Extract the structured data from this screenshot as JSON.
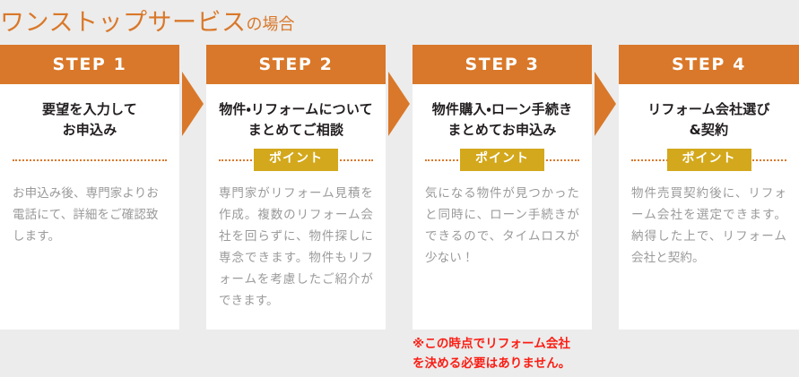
{
  "heading": {
    "main": "ワンストップサービス",
    "suffix": "の場合"
  },
  "colors": {
    "accent_orange": "#d9782a",
    "badge_gold": "#d3a81c",
    "page_background": "#ececec",
    "card_background": "#ffffff",
    "title_text": "#231f20",
    "body_text": "#9a9a9a",
    "footnote_red": "#fa1e14"
  },
  "steps": [
    {
      "header": "STEP 1",
      "title": "要望を入力して\nお申込み",
      "title_line1": "要望を入力して",
      "title_line2": "お申込み",
      "has_point_badge": false,
      "point_label": "",
      "text": "お申込み後、専門家よりお電話にて、詳細をご確認致します。"
    },
    {
      "header": "STEP 2",
      "title": "物件・リフォームについて\nまとめてご相談",
      "title_line1": "物件・リフォームについて",
      "title_line2": "まとめてご相談",
      "has_point_badge": true,
      "point_label": "ポイント",
      "text": "専門家がリフォーム見積を作成。複数のリフォーム会社を回らずに、物件探しに専念できます。物件もリフォームを考慮したご紹介ができます。"
    },
    {
      "header": "STEP 3",
      "title": "物件購入・ローン手続き\nまとめてお申込み",
      "title_line1": "物件購入・ローン手続き",
      "title_line2": "まとめてお申込み",
      "has_point_badge": true,
      "point_label": "ポイント",
      "text": "気になる物件が見つかったと同時に、ローン手続きができるので、タイムロスが少ない！"
    },
    {
      "header": "STEP 4",
      "title": "リフォーム会社選び\n&契約",
      "title_line1": "リフォーム会社選び",
      "title_line2": "&契約",
      "has_point_badge": true,
      "point_label": "ポイント",
      "text": "物件売買契約後に、リフォーム会社を選定できます。納得した上で、リフォーム会社と契約。"
    }
  ],
  "arrows": [
    {
      "name": "step-arrow-1-to-2"
    },
    {
      "name": "step-arrow-2-to-3"
    },
    {
      "name": "step-arrow-3-to-4"
    }
  ],
  "footnote": {
    "line1": "※この時点でリフォーム会社",
    "line2": "を決める必要はありません。",
    "full": "※この時点でリフォーム会社を決める必要はありません。"
  }
}
